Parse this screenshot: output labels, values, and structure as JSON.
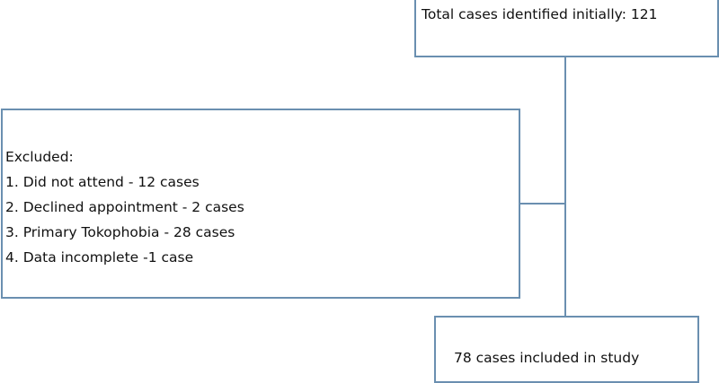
{
  "nodes": {
    "total": {
      "label": "Total cases identified initially: 121"
    },
    "excluded": {
      "heading": "Excluded:",
      "items": [
        "1. Did not attend - 12 cases",
        "2. Declined appointment - 2 cases",
        "3. Primary Tokophobia - 28 cases",
        "4. Data incomplete -1 case"
      ]
    },
    "included": {
      "label": "78 cases included in study"
    }
  },
  "colors": {
    "border": "#6a8fb0",
    "text": "#111111",
    "background": "#ffffff"
  }
}
